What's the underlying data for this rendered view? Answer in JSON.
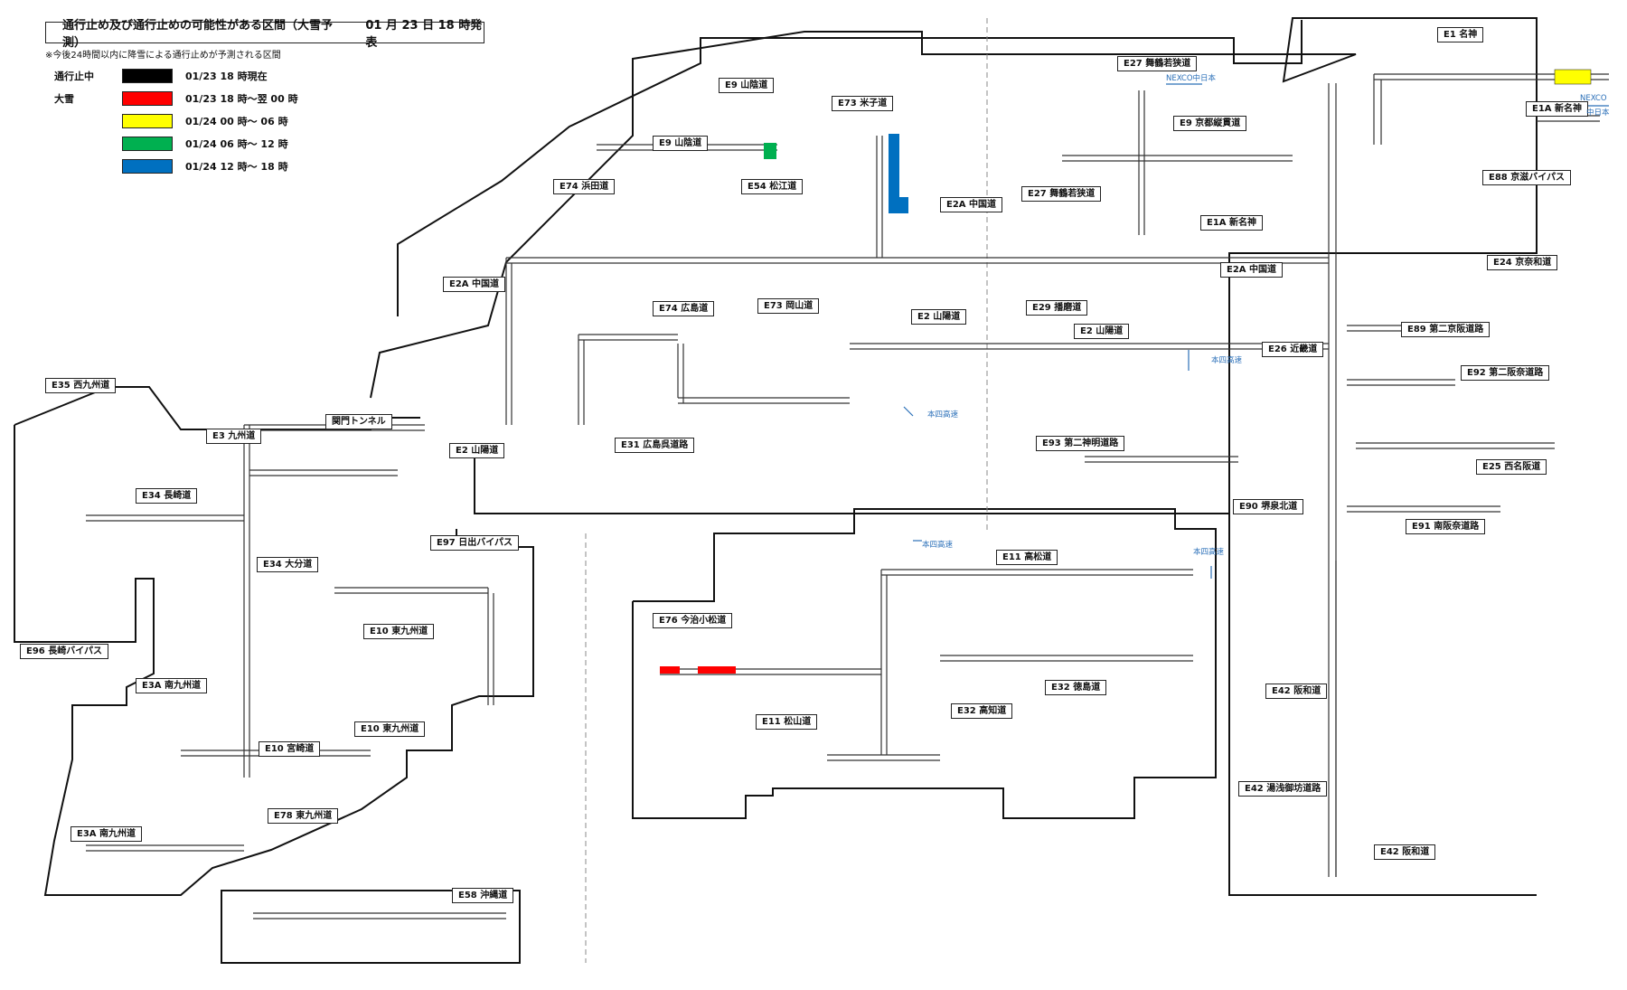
{
  "header": {
    "title": "通行止め及び通行止めの可能性がある区間（大雪予測）",
    "issued": "01 月 23 日 18 時発表"
  },
  "note": "※今後24時間以内に降雪による通行止めが予測される区間",
  "legend": [
    {
      "category": "通行止中",
      "label": "01/23 18 時現在",
      "color": "#000000"
    },
    {
      "category": "大雪",
      "label": "01/23 18 時～翌 00 時",
      "color": "#ff0000"
    },
    {
      "category": "",
      "label": "01/24 00 時～ 06 時",
      "color": "#ffff00"
    },
    {
      "category": "",
      "label": "01/24 06 時～ 12 時",
      "color": "#00b050"
    },
    {
      "category": "",
      "label": "01/24 12 時～ 18 時",
      "color": "#0070c0"
    }
  ],
  "routes": [
    "E1 名神",
    "E1A 新名神",
    "E27 舞鶴若狭道",
    "E9 京都縦貫道",
    "E9 山陰道",
    "E73 米子道",
    "E9 山陰道",
    "E54 松江道",
    "E74 浜田道",
    "E2A 中国道",
    "E27 舞鶴若狭道",
    "E1A 新名神",
    "E2A 中国道",
    "E88 京滋バイパス",
    "E24 京奈和道",
    "E74 広島道",
    "E73 岡山道",
    "E2 山陽道",
    "E29 播磨道",
    "E2 山陽道",
    "E2A 中国道",
    "E26 近畿道",
    "E89 第二京阪道路",
    "E92 第二阪奈道路",
    "E35 西九州道",
    "E3 九州道",
    "関門トンネル",
    "E2 山陽道",
    "E31 広島呉道路",
    "E93 第二神明道路",
    "E25 西名阪道",
    "E34 長崎道",
    "E34 大分道",
    "E97 日出バイパス",
    "E90 堺泉北道",
    "E91 南阪奈道路",
    "E11 高松道",
    "E76 今治小松道",
    "E10 東九州道",
    "E96 長崎バイパス",
    "E3A 南九州道",
    "E32 徳島道",
    "E42 阪和道",
    "E11 松山道",
    "E10 東九州道",
    "E32 高知道",
    "E10 宮崎道",
    "E42 湯浅御坊道路",
    "E78 東九州道",
    "E3A 南九州道",
    "E42 阪和道",
    "E58 沖縄道"
  ],
  "connectors": [
    "NEXCO中日本",
    "NEXCO",
    "中日本",
    "本四高速",
    "本四高速",
    "本四高速",
    "本四高速"
  ]
}
